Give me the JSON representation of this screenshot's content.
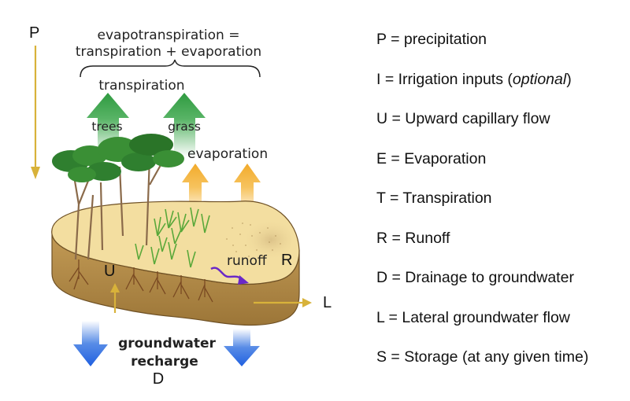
{
  "diagram": {
    "label_p": "P",
    "label_u": "U",
    "label_r": "R",
    "label_l": "L",
    "label_d": "D",
    "evapotranspiration_line1": "evapotranspiration =",
    "evapotranspiration_line2": "transpiration + evaporation",
    "transpiration": "transpiration",
    "trees": "trees",
    "grass": "grass",
    "evaporation": "evaporation",
    "runoff": "runoff",
    "groundwater": "groundwater",
    "recharge": "recharge"
  },
  "legend": {
    "items": [
      {
        "text": "P = precipitation"
      },
      {
        "prefix": "I  = Irrigation inputs (",
        "italic": "optional",
        "suffix": ")"
      },
      {
        "text": "U = Upward capillary flow"
      },
      {
        "text": "E = Evaporation"
      },
      {
        "text": "T = Transpiration"
      },
      {
        "text": "R = Runoff"
      },
      {
        "text": "D = Drainage to groundwater"
      },
      {
        "text": "L = Lateral groundwater flow"
      },
      {
        "text": "S = Storage (at any given time)"
      }
    ]
  },
  "colors": {
    "arrow_gold": "#d8b23a",
    "transpiration_green": "#3aa64a",
    "evaporation_orange": "#f5b841",
    "recharge_blue": "#2e6fe0",
    "soil_top": "#f3dea0",
    "soil_side": "#b48a48",
    "runoff_purple": "#6a28c8"
  }
}
